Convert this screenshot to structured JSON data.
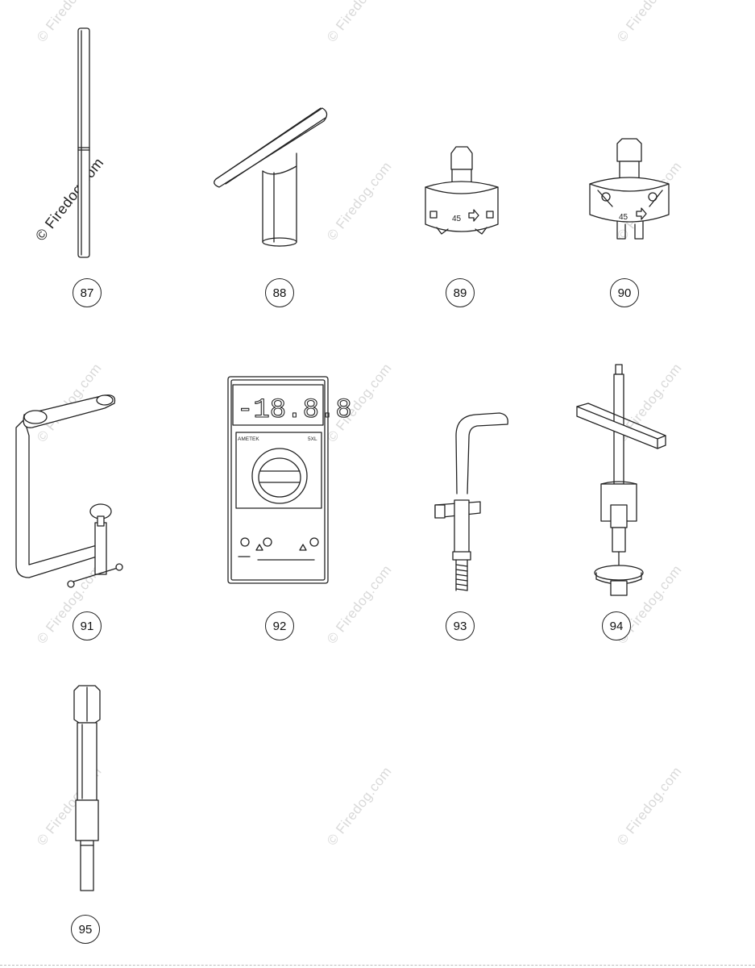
{
  "watermark": {
    "text": "© Firedog.com"
  },
  "parts": [
    {
      "id": "tool-87",
      "number": "87"
    },
    {
      "id": "tool-88",
      "number": "88"
    },
    {
      "id": "tool-89",
      "number": "89",
      "marking": "45"
    },
    {
      "id": "tool-90",
      "number": "90",
      "marking": "45"
    },
    {
      "id": "tool-91",
      "number": "91"
    },
    {
      "id": "tool-92",
      "number": "92",
      "display": "-18.8.8",
      "brand": "AMETEK",
      "model": "5XL"
    },
    {
      "id": "tool-93",
      "number": "93"
    },
    {
      "id": "tool-94",
      "number": "94"
    },
    {
      "id": "tool-95",
      "number": "95"
    }
  ],
  "colors": {
    "line": "#222222",
    "watermark": "#d9d9d9",
    "background": "#ffffff"
  }
}
